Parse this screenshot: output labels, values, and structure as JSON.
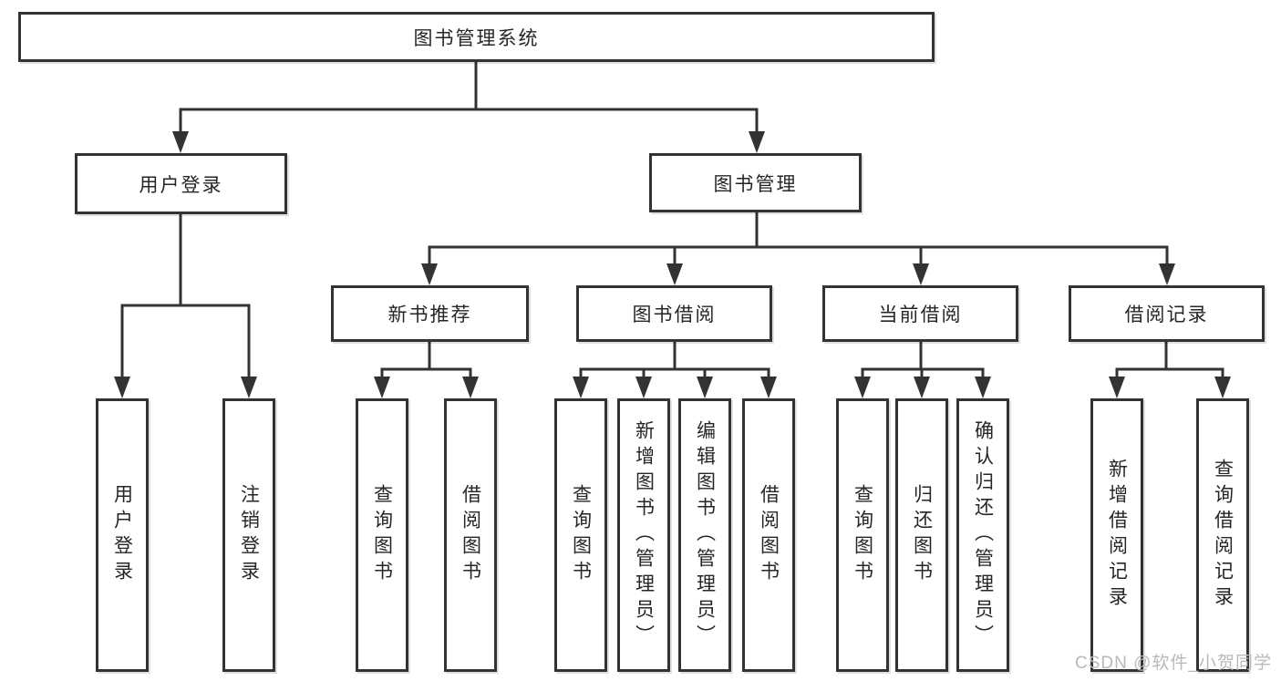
{
  "tree": {
    "title": "图书管理系统",
    "branches": [
      {
        "label": "用户登录",
        "children": [
          {
            "label": "用户登录"
          },
          {
            "label": "注销登录"
          }
        ]
      },
      {
        "label": "图书管理",
        "children": [
          {
            "label": "新书推荐",
            "children": [
              {
                "label": "查询图书"
              },
              {
                "label": "借阅图书"
              }
            ]
          },
          {
            "label": "图书借阅",
            "children": [
              {
                "label": "查询图书"
              },
              {
                "label": "新增图书（管理员）"
              },
              {
                "label": "编辑图书（管理员）"
              },
              {
                "label": "借阅图书"
              }
            ]
          },
          {
            "label": "当前借阅",
            "children": [
              {
                "label": "查询图书"
              },
              {
                "label": "归还图书"
              },
              {
                "label": "确认归还（管理员）"
              }
            ]
          },
          {
            "label": "借阅记录",
            "children": [
              {
                "label": "新增借阅记录"
              },
              {
                "label": "查询借阅记录"
              }
            ]
          }
        ]
      }
    ]
  },
  "watermark": {
    "text": "CSDN @软件_小贺同学"
  },
  "colors": {
    "line": "#333333",
    "box_border": "#333333",
    "watermark": "#b9b9b9"
  }
}
